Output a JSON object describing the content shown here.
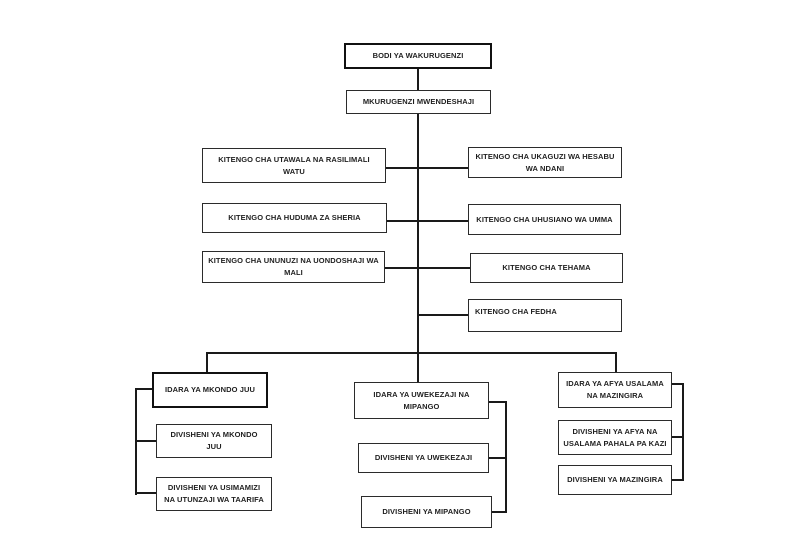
{
  "diagram": {
    "type": "org-chart",
    "language": "Swahili",
    "background_color": "#ffffff",
    "box_fill_color": "#ffffff",
    "line_color": "#1a1a1a",
    "nodes": {
      "bodi": {
        "label": "BODI YA WAKURUGENZI"
      },
      "mkurugenzi": {
        "label": "MKURUGENZI MWENDESHAJI"
      },
      "utawala": {
        "label": "KITENGO CHA UTAWALA NA RASILIMALI\nWATU"
      },
      "huduma": {
        "label": "KITENGO CHA HUDUMA ZA SHERIA"
      },
      "ununuzi": {
        "label": "KITENGO CHA UNUNUZI NA UONDOSHAJI WA\nMALI"
      },
      "ukaguzi": {
        "label": "KITENGO CHA UKAGUZI WA HESABU\nWA NDANI"
      },
      "uhusiano": {
        "label": "KITENGO CHA UHUSIANO WA UMMA"
      },
      "tehama": {
        "label": "KITENGO CHA TEHAMA"
      },
      "fedha": {
        "label": "KITENGO CHA FEDHA"
      },
      "idara_mkondo": {
        "label": "IDARA YA MKONDO JUU"
      },
      "div_mkondo": {
        "label": "DIVISHENI YA MKONDO\nJUU"
      },
      "div_usimamizi": {
        "label": "DIVISHENI YA USIMAMIZI\nNA UTUNZAJI WA TAARIFA"
      },
      "idara_uwekezaji": {
        "label": "IDARA YA UWEKEZAJI NA\nMIPANGO"
      },
      "div_uwekezaji": {
        "label": "DIVISHENI YA UWEKEZAJI"
      },
      "div_mipango": {
        "label": "DIVISHENI YA MIPANGO"
      },
      "idara_afya": {
        "label": "IDARA YA AFYA USALAMA\nNA MAZINGIRA"
      },
      "div_afya": {
        "label": "DIVISHENI YA AFYA NA\nUSALAMA PAHALA PA KAZI"
      },
      "div_mazingira": {
        "label": "DIVISHENI YA MAZINGIRA"
      }
    }
  }
}
